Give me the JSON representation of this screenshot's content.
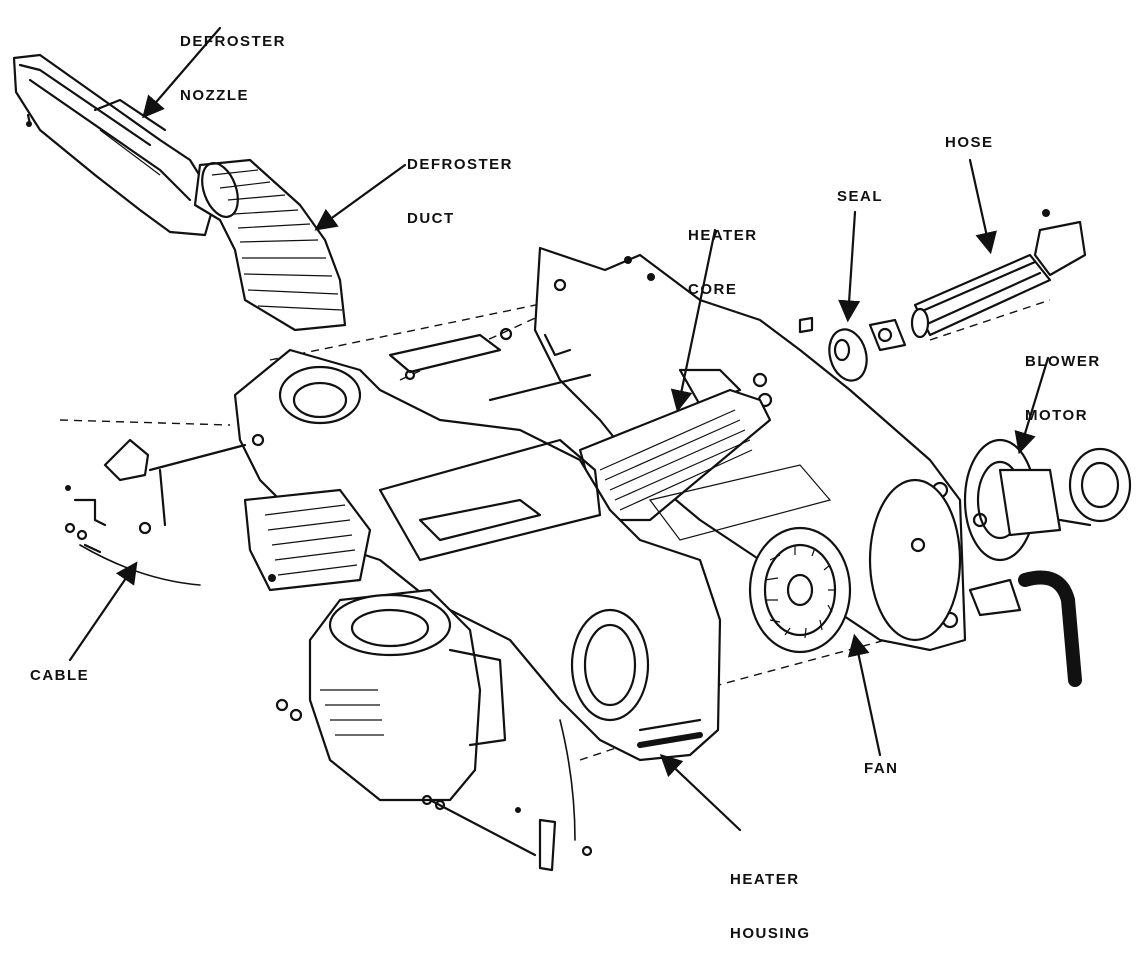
{
  "labels": {
    "defroster_nozzle": [
      "DEFROSTER",
      "NOZZLE"
    ],
    "defroster_duct": [
      "DEFROSTER",
      "DUCT"
    ],
    "heater_core": [
      "HEATER",
      "CORE"
    ],
    "seal": "SEAL",
    "hose": "HOSE",
    "blower_motor": [
      "BLOWER",
      "MOTOR"
    ],
    "cable": "CABLE",
    "fan": "FAN",
    "heater_housing": [
      "HEATER",
      "HOUSING"
    ]
  }
}
